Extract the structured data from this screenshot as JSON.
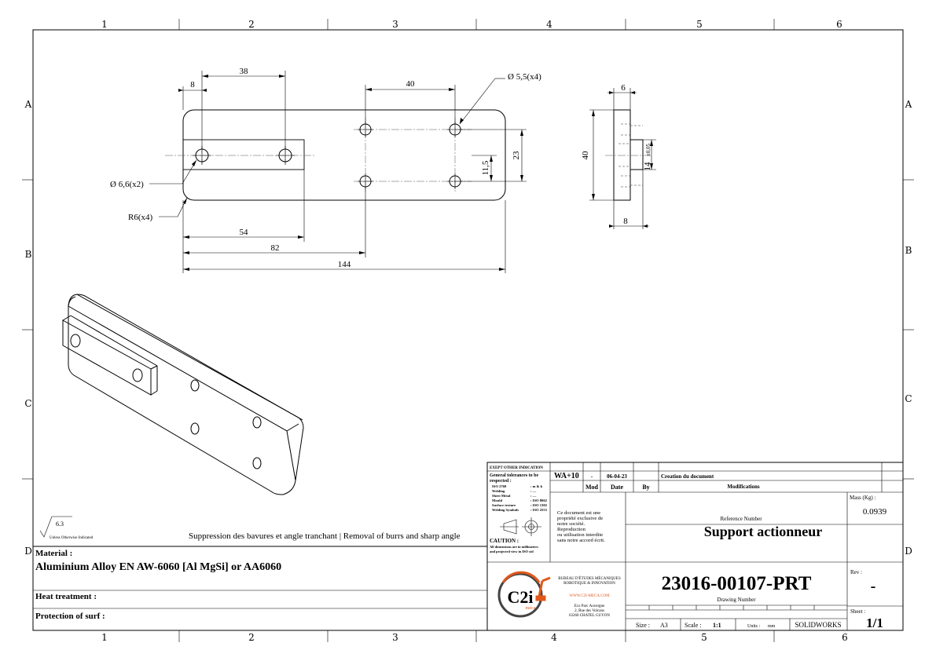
{
  "frame": {
    "columns": [
      "1",
      "2",
      "3",
      "4",
      "5",
      "6"
    ],
    "rows": [
      "A",
      "B",
      "C",
      "D"
    ]
  },
  "dimensions": {
    "d8": "8",
    "d38": "38",
    "d40": "40",
    "hole55": "Ø 5,5(x4)",
    "hole66": "Ø 6,6(x2)",
    "radius": "R6(x4)",
    "d23": "23",
    "d115": "11,5",
    "d54": "54",
    "d82": "82",
    "d144": "144",
    "side_6": "6",
    "side_40": "40",
    "side_14": "14",
    "side_tol": "±0,05",
    "side_8": "8"
  },
  "notes": {
    "roughness_value": "6.3",
    "roughness_caption": "Unless Otherwise Indicated",
    "deburr": "Suppression des bavures et angle tranchant | Removal of burrs and sharp angle"
  },
  "material": {
    "label": "Material :",
    "value": "Aluminium Alloy  EN AW-6060  [Al MgSi] or AA6060",
    "heat_label": "Heat treatment :",
    "protection_label": "Protection of surf :"
  },
  "tolerances": {
    "title": "EXEPT OTHER INDICATION",
    "subtitle1": "General tolerances to be",
    "subtitle2": "respected :",
    "rows": [
      {
        "k": "ISO 2768",
        "v": ": m & k"
      },
      {
        "k": "Welding",
        "v": ": —"
      },
      {
        "k": "Sheet Metal",
        "v": ": —"
      },
      {
        "k": "Mould",
        "v": ": ISO 8062"
      },
      {
        "k": "Surface texture",
        "v": ": ISO 1302"
      },
      {
        "k": "Welding Symbols",
        "v": ": ISO 2553"
      }
    ],
    "caution": "CAUTION :",
    "caution1": "All dimensions are in millimeters",
    "caution2": "and projected view in ISO std"
  },
  "revision": {
    "wa": "WA+10",
    "mod_value": "-",
    "date_value": "06-04-23",
    "modification": "Creation du document",
    "h_mod": "Mod",
    "h_date": "Date",
    "h_by": "By",
    "h_modifications": "Modifications"
  },
  "ownership": [
    "Ce document est une",
    "propriété exclusive de",
    "notre société.",
    "Reproduction",
    "ou utilisation interdite",
    "sans notre accord écrit."
  ],
  "company": {
    "logo_text": "C2i",
    "logo_sub": "méca",
    "line1": "BUREAU D'ÉTUDES MÉCANIQUES",
    "line2": "ROBOTIQUE & INNOVATION",
    "web": "WWW.C2I-MECA.COM",
    "addr1": "Eco Parc Auvergne",
    "addr2": "2, Rue des Volcans",
    "addr3": "63260 CHATEL GUYON"
  },
  "title_block": {
    "mass_label": "Mass (Kg) :",
    "mass_value": "0.0939",
    "ref_label": "Reference Number",
    "title": "Support actionneur",
    "drawing_number": "23016-00107-PRT",
    "drawing_label": "Drawing Number",
    "rev_label": "Rev :",
    "rev_value": "-",
    "sheet_label": "Sheet :",
    "sheet_value": "1/1",
    "size_label": "Size :",
    "size_value": "A3",
    "scale_label": "Scale :",
    "scale_value": "1:1",
    "units_label": "Units :",
    "units_value": "mm",
    "software": "SOLIDWORKS"
  }
}
